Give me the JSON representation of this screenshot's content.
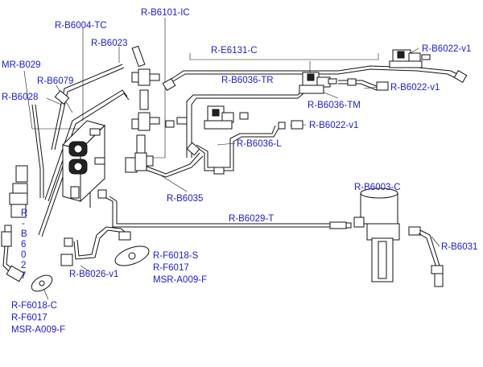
{
  "labels": {
    "r_b6101_ic": "R-B6101-IC",
    "r_b6004_tc": "R-B6004-TC",
    "r_b6023": "R-B6023",
    "r_e6131_c": "R-E6131-C",
    "r_b6022_v1_top": "R-B6022-v1",
    "mr_b029": "MR-B029",
    "r_b6079": "R-B6079",
    "r_b6036_tr": "R-B6036-TR",
    "r_b6022_v1_mid": "R-B6022-v1",
    "r_b6028": "R-B6028",
    "r_b6036_tm": "R-B6036-TM",
    "r_b6022_v1_low": "R-B6022-v1",
    "r_b6036_l": "R-B6036-L",
    "r_b6035": "R-B6035",
    "r_b6003_c": "R-B6003-C",
    "r_b6029_t": "R-B6029-T",
    "r_b6027_chars": [
      "R",
      "-",
      "B",
      "6",
      "0",
      "2",
      "7"
    ],
    "r_b6031": "R-B6031",
    "r_f6018_s": "R-F6018-S",
    "r_f6017_right": "R-F6017",
    "msr_a009_f_right": "MSR-A009-F",
    "r_b6026_v1": "R-B6026-v1",
    "r_f6018_c": "R-F6018-C",
    "r_f6017_left": "R-F6017",
    "msr_a009_f_left": "MSR-A009-F"
  },
  "colors": {
    "label": "#1a1ad6",
    "line": "#111111"
  }
}
